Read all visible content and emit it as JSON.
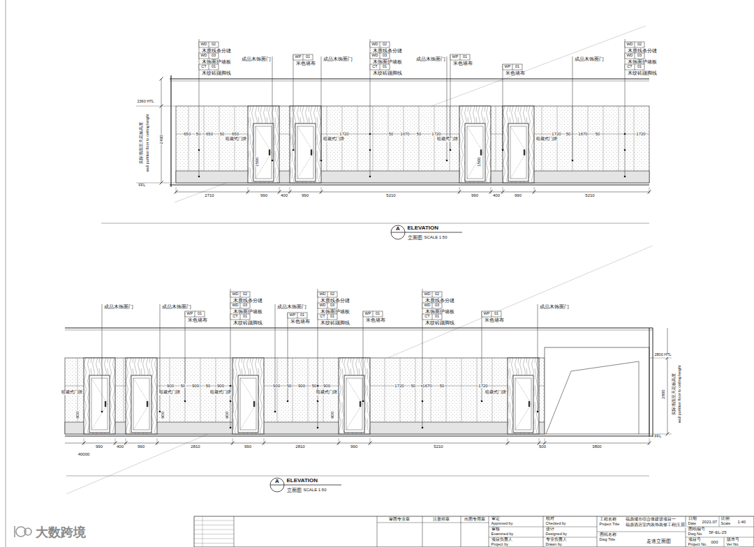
{
  "diagram": {
    "labels": [
      "WD",
      "02",
      "木质线条分缝",
      "WD",
      "03",
      "木饰面护墙板",
      "CT",
      "01",
      "木纹砖踢脚线",
      "成品木饰面门",
      "WP",
      "01",
      "米色墙布",
      "成品木饰面门",
      "WD",
      "02",
      "木质线条分缝",
      "WD",
      "03",
      "木饰面护墙板",
      "CT",
      "01",
      "木纹砖踢脚线",
      "成品木饰面门",
      "WP",
      "01",
      "米色墙布",
      "WP",
      "01",
      "米色墙布",
      "成品木饰面门",
      "WD",
      "02",
      "木质线条分缝",
      "WD",
      "03",
      "木饰面护墙板",
      "CT",
      "01",
      "木纹砖踢脚线",
      "2360 HTL",
      "实际墙面至天花板高度",
      "wall partition floor to ceiling height",
      "2490",
      "FFL",
      "650",
      "50",
      "650",
      "50",
      "650",
      "1720",
      "50",
      "1670",
      "50",
      "1720",
      "1720",
      "50",
      "1670",
      "50",
      "1720",
      "暗藏式门牌",
      "暗藏式门牌",
      "暗藏式门牌",
      "暗藏式门牌",
      "1500",
      "1500",
      "2710",
      "990",
      "400",
      "990",
      "5210",
      "990",
      "400",
      "990",
      "5210",
      "A",
      "ELEVATION",
      "立面图",
      "SCALE 1:50",
      "成品木饰面门",
      "成品木饰面门",
      "WP",
      "01",
      "米色墙布",
      "WD",
      "02",
      "木质线条分缝",
      "WD",
      "03",
      "木饰面护墙板",
      "CT",
      "01",
      "木纹砖踢脚线",
      "成品木饰面门",
      "WP",
      "01",
      "米色墙布",
      "WD",
      "02",
      "木质线条分缝",
      "WD",
      "03",
      "木饰面护墙板",
      "CT",
      "01",
      "木纹砖踢脚线",
      "WP",
      "01",
      "米色墙布",
      "WD",
      "02",
      "木质线条分缝",
      "WD",
      "03",
      "木饰面护墙板",
      "CT",
      "01",
      "木纹砖踢脚线",
      "WP",
      "01",
      "米色墙布",
      "成品木饰面门",
      "2800 HTL",
      "2800",
      "实际墙面至天花板高度",
      "wall partition floor to ceiling height",
      "FFL",
      "900",
      "50",
      "900",
      "50",
      "900",
      "900",
      "50",
      "900",
      "50",
      "900",
      "1720",
      "50",
      "1670",
      "50",
      "1720",
      "暗藏式门牌",
      "暗藏式门牌",
      "暗藏式门牌",
      "暗藏式门牌",
      "暗藏式门牌",
      "900",
      "900",
      "900",
      "900",
      "990",
      "400",
      "990",
      "2810",
      "990",
      "2810",
      "990",
      "5210",
      "500",
      "3800",
      "40000",
      "A",
      "ELEVATION",
      "立面图",
      "SCALE 1:50",
      "审图专业章",
      "注册师章",
      "出图专用章",
      "审定",
      "Approved by",
      "审核",
      "Examined by",
      "项目负责人",
      "Project by",
      "校对",
      "Checked by",
      "设计",
      "Designed by",
      "专业负责人",
      "Drawn by",
      "工程名称",
      "Project Title",
      "福鼎城市综合体建设项目一",
      "福鼎酒店室内装饰装修工程(五层)",
      "图纸名称",
      "Dwg Title",
      "走道立面图",
      "日期",
      "Date",
      "2021.07",
      "比例",
      "Scale",
      "1:40",
      "图纸编号",
      "Dwg No.",
      "5F-EL-25",
      "项目号",
      "Project No.",
      "000",
      "版本号",
      "Ver No.",
      "大数跨境"
    ]
  }
}
